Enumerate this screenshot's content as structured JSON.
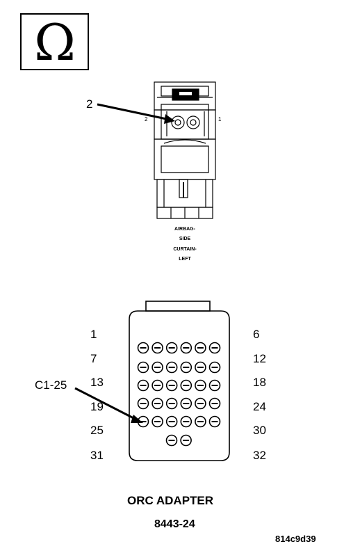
{
  "ohm_symbol": "Ω",
  "connector": {
    "callout": "2",
    "pin_left": "2",
    "pin_right": "1",
    "label_lines": [
      "AIRBAG-",
      "SIDE",
      "CURTAIN-",
      "LEFT"
    ]
  },
  "adapter": {
    "left_numbers": [
      "1",
      "7",
      "13",
      "19",
      "25",
      "31"
    ],
    "right_numbers": [
      "6",
      "12",
      "18",
      "24",
      "30",
      "32"
    ],
    "callout": "C1-25",
    "title": "ORC ADAPTER",
    "part_number": "8443-24"
  },
  "figure_code": "814c9d39"
}
